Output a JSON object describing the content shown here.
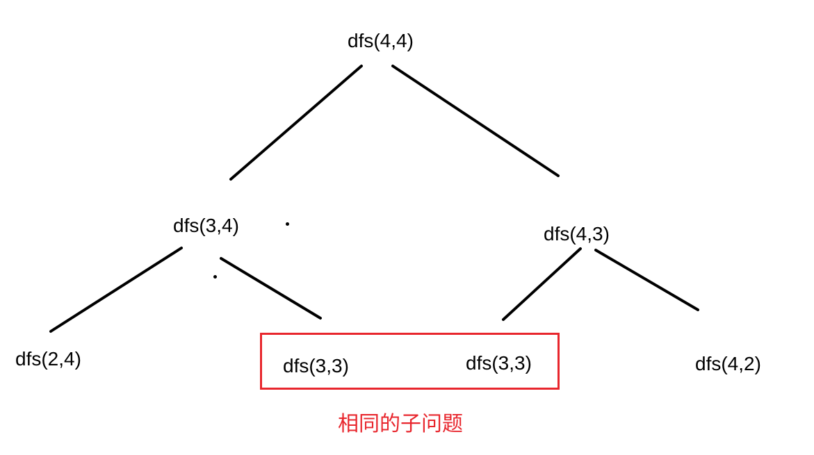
{
  "nodes": {
    "root": "dfs(4,4)",
    "left_mid": "dfs(3,4)",
    "right_mid": "dfs(4,3)",
    "leaf_1": "dfs(2,4)",
    "leaf_2": "dfs(3,3)",
    "leaf_3": "dfs(3,3)",
    "leaf_4": "dfs(4,2)"
  },
  "caption": "相同的子问题",
  "colors": {
    "line": "#000000",
    "highlight": "#e8262d",
    "text": "#000000"
  }
}
